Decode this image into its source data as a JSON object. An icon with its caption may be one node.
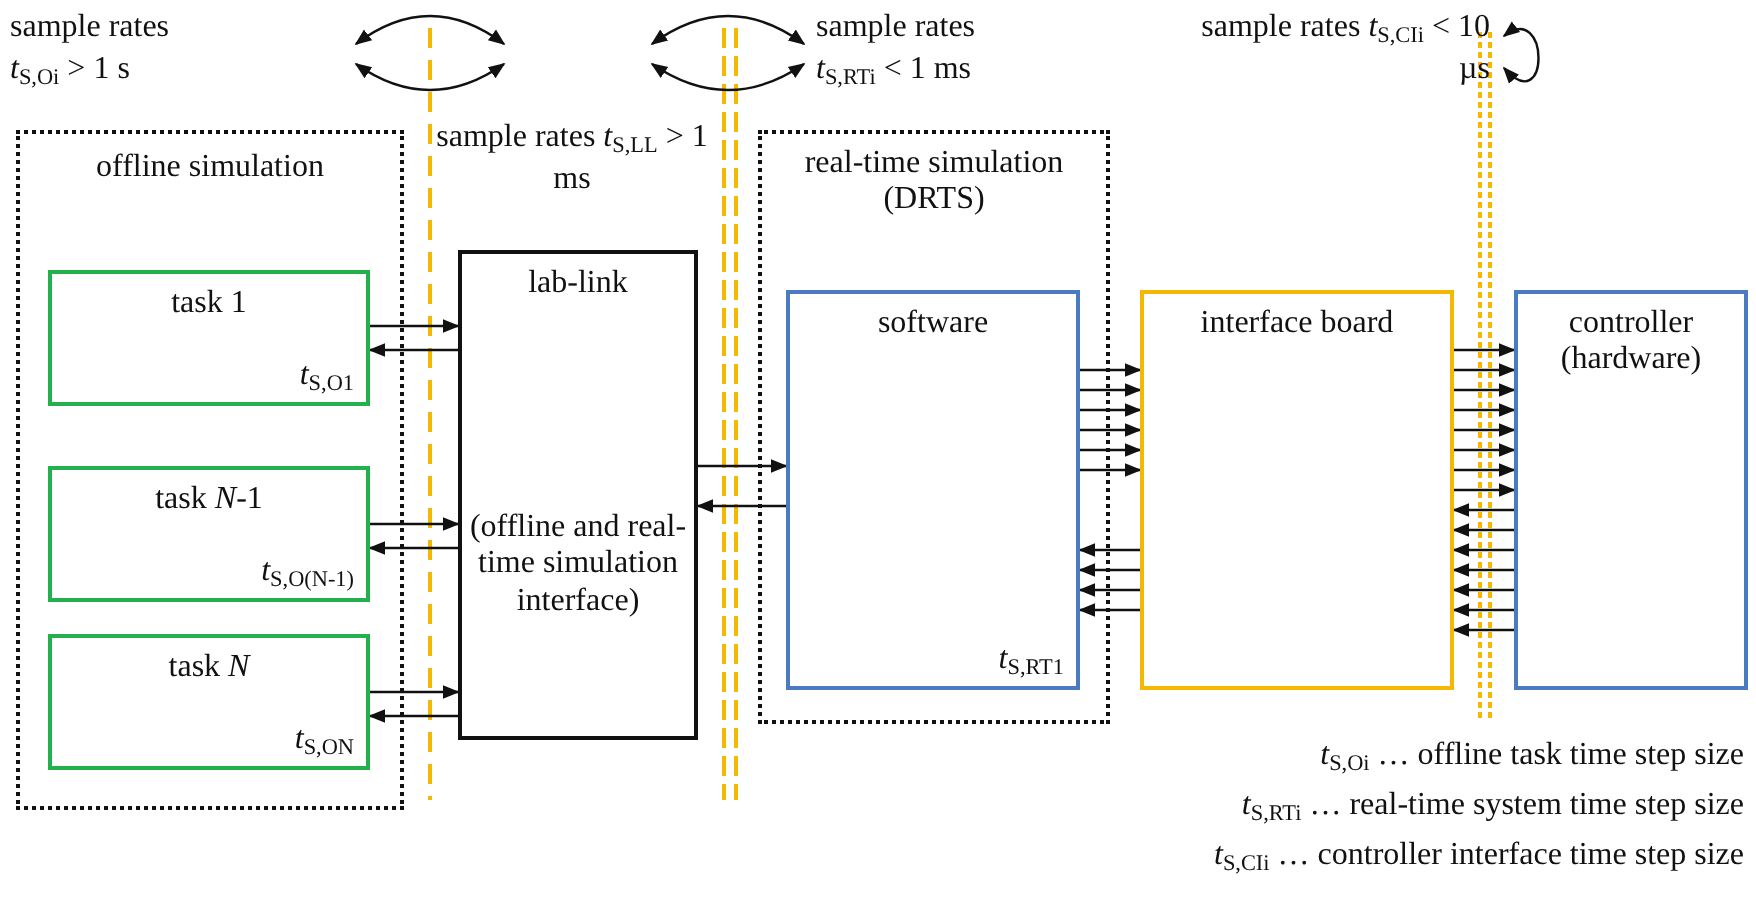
{
  "diagram": {
    "nodes": [
      {
        "text": [
          "offline simulation"
        ]
      },
      {
        "text": [
          "task 1",
          "*t*$_{S,O1}$"
        ],
        "in": 0
      },
      {
        "text": [
          "task *N*-1",
          "*t*$_{S,O(N-1)}$"
        ],
        "in": 0
      },
      {
        "text": [
          "task *N*",
          "*t*$_{S,ON}$"
        ],
        "in": 0
      },
      {
        "text": [
          "lab-link",
          "(offline and real-time simulation interface)"
        ]
      },
      {
        "text": [
          "real-time simulation (DRTS)"
        ]
      },
      {
        "text": [
          "software",
          "*t*$_{S,RT1}$"
        ],
        "in": 5
      },
      {
        "text": [
          "interface board"
        ]
      },
      {
        "text": [
          "controller (hardware)"
        ]
      }
    ],
    "edges": [
      {
        "from": 1,
        "to": 4,
        "arrow": "to"
      },
      {
        "from": 4,
        "to": 1,
        "arrow": "to"
      },
      {
        "from": 2,
        "to": 4,
        "arrow": "to"
      },
      {
        "from": 4,
        "to": 2,
        "arrow": "to"
      },
      {
        "from": 3,
        "to": 4,
        "arrow": "to"
      },
      {
        "from": 4,
        "to": 3,
        "arrow": "to"
      },
      {
        "from": 4,
        "to": 6,
        "arrow": "to"
      },
      {
        "from": 6,
        "to": 4,
        "arrow": "to"
      },
      {
        "from": 6,
        "to": 7,
        "arrow": "to"
      },
      {
        "from": 6,
        "to": 7,
        "arrow": "to"
      },
      {
        "from": 6,
        "to": 7,
        "arrow": "to"
      },
      {
        "from": 6,
        "to": 7,
        "arrow": "to"
      },
      {
        "from": 6,
        "to": 7,
        "arrow": "to"
      },
      {
        "from": 6,
        "to": 7,
        "arrow": "to"
      },
      {
        "from": 7,
        "to": 6,
        "arrow": "to"
      },
      {
        "from": 7,
        "to": 6,
        "arrow": "to"
      },
      {
        "from": 7,
        "to": 6,
        "arrow": "to"
      },
      {
        "from": 7,
        "to": 6,
        "arrow": "to"
      },
      {
        "from": 7,
        "to": 8,
        "arrow": "to"
      },
      {
        "from": 7,
        "to": 8,
        "arrow": "to"
      },
      {
        "from": 7,
        "to": 8,
        "arrow": "to"
      },
      {
        "from": 7,
        "to": 8,
        "arrow": "to"
      },
      {
        "from": 7,
        "to": 8,
        "arrow": "to"
      },
      {
        "from": 7,
        "to": 8,
        "arrow": "to"
      },
      {
        "from": 7,
        "to": 8,
        "arrow": "to"
      },
      {
        "from": 7,
        "to": 8,
        "arrow": "to"
      },
      {
        "from": 8,
        "to": 7,
        "arrow": "to"
      },
      {
        "from": 8,
        "to": 7,
        "arrow": "to"
      },
      {
        "from": 8,
        "to": 7,
        "arrow": "to"
      },
      {
        "from": 8,
        "to": 7,
        "arrow": "to"
      },
      {
        "from": 8,
        "to": 7,
        "arrow": "to"
      },
      {
        "from": 8,
        "to": 7,
        "arrow": "to"
      },
      {
        "from": 8,
        "to": 7,
        "arrow": "to"
      }
    ],
    "labels": [
      "sample rates *t*$_{S,Oi}$ > 1 s",
      "sample rates *t*$_{S,RTi}$ < 1 ms",
      "sample rates *t*$_{S,CIi}$ < 10 µs",
      "sample rates *t*$_{S,LL}$ > 1 ms",
      "*t*$_{S,Oi}$ … offline task time step size",
      "*t*$_{S,RTi}$ … real-time system time step size",
      "*t*$_{S,CIi}$ … controller interface time step size"
    ]
  }
}
